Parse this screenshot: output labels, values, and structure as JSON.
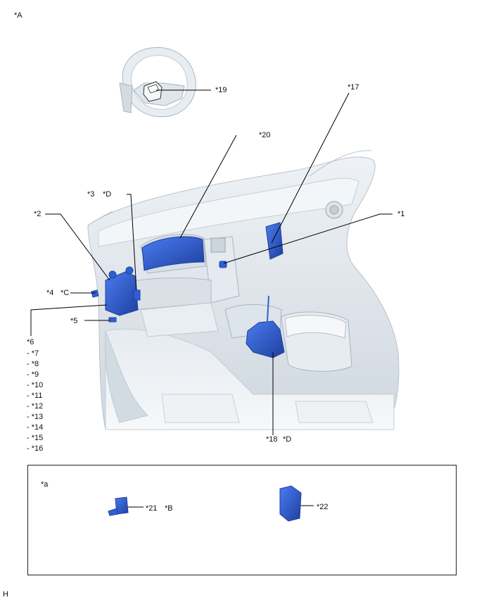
{
  "view_label": "*A",
  "callouts": {
    "c19": "*19",
    "c17": "*17",
    "c20": "*20",
    "c3": "*3",
    "d1": "*D",
    "c1": "*1",
    "c2": "*2",
    "c4": "*4",
    "cC": "*C",
    "c5": "*5",
    "c6": "*6",
    "c18": "*18",
    "d2": "*D"
  },
  "sub_items": [
    "- *7",
    "- *8",
    "- *9",
    "- *10",
    "- *11",
    "- *12",
    "- *13",
    "- *14",
    "- *15",
    "- *16"
  ],
  "inset": {
    "label": "*a",
    "c21": "*21",
    "cB": "*B",
    "c22": "*22"
  },
  "corner_label": "H",
  "colors": {
    "part_blue": "#2f5fd6",
    "part_blue_dark": "#1e3f9e",
    "interior_gray": "#dfe6ec",
    "interior_shadow": "#c3ccd4",
    "line": "#000000"
  }
}
